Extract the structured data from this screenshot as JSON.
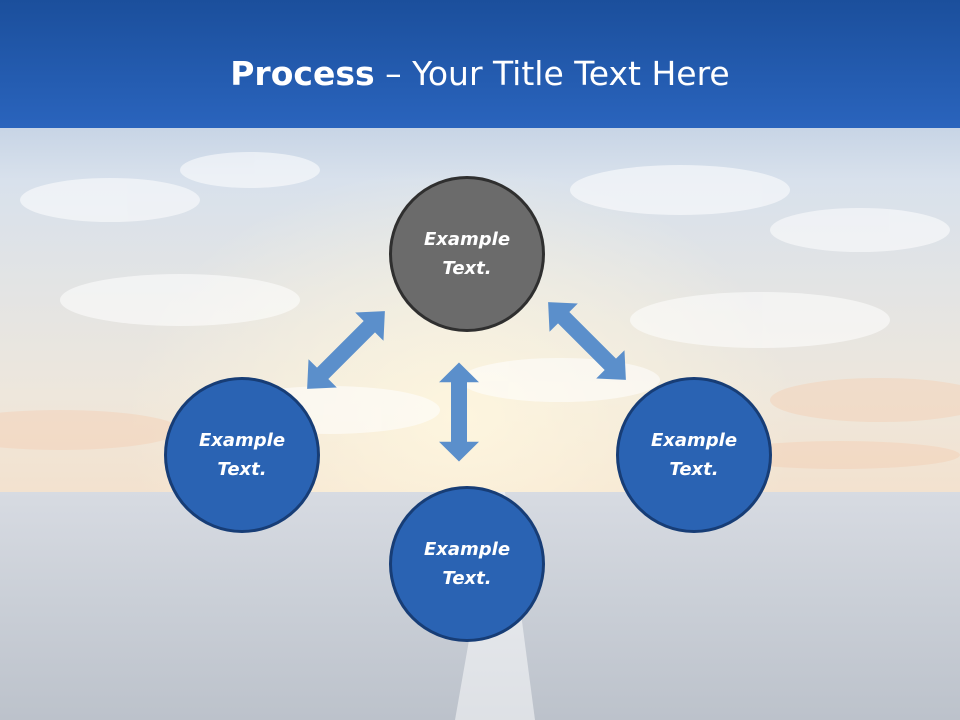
{
  "title": {
    "bold": "Process",
    "rest": " – Your Title Text Here"
  },
  "nodes": [
    {
      "id": "top",
      "label": "Example Text.",
      "color": "#6b6b6b"
    },
    {
      "id": "left",
      "label": "Example Text.",
      "color": "#2a63b3"
    },
    {
      "id": "right",
      "label": "Example Text.",
      "color": "#2a63b3"
    },
    {
      "id": "bottom",
      "label": "Example Text.",
      "color": "#2a63b3"
    }
  ],
  "colors": {
    "title_bar": "#2a64bd",
    "arrow": "#5b8fcb",
    "node_blue": "#2a63b3",
    "node_gray": "#6b6b6b"
  }
}
